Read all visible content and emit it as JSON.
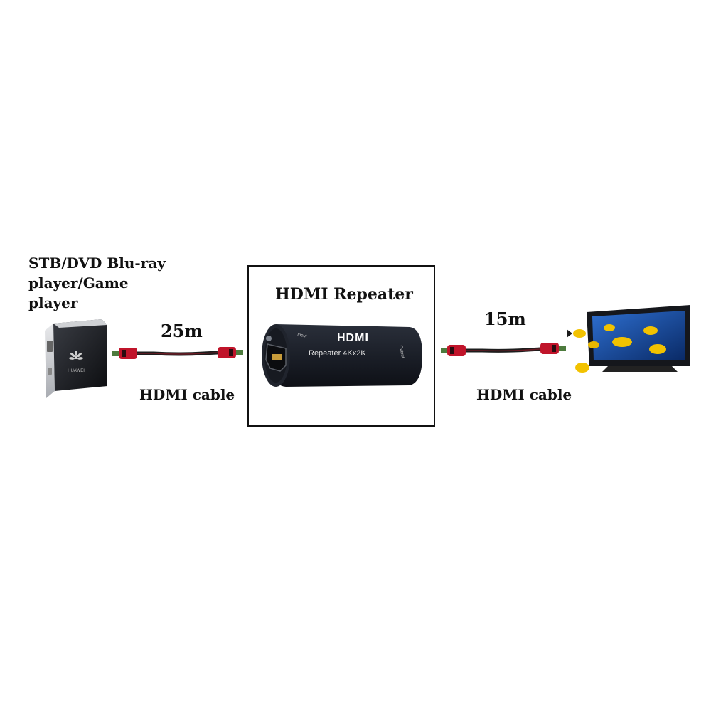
{
  "source_device": {
    "label_line1": "STB/DVD  Blu-ray",
    "label_line2": "player/Game player",
    "brand_text": "HUAWEI"
  },
  "left_link": {
    "distance": "25m",
    "cable_label": "HDMI cable"
  },
  "repeater": {
    "title": "HDMI Repeater",
    "logo_text": "HDMI",
    "model_text": "Repeater 4Kx2K",
    "port_label_left": "Input",
    "port_label_right": "Output"
  },
  "right_link": {
    "distance": "15m",
    "cable_label": "HDMI cable"
  },
  "colors": {
    "cable_red": "#c0142a",
    "device_black": "#15171c",
    "frame": "#111111"
  }
}
